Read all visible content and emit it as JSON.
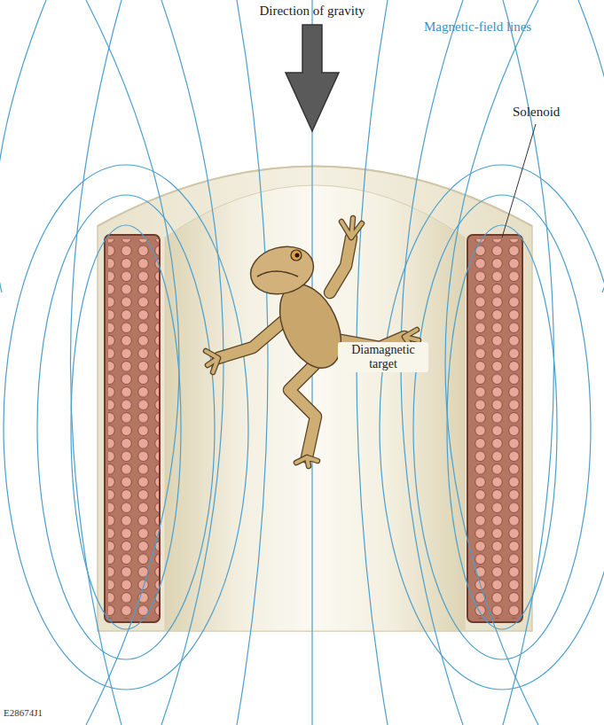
{
  "diagram": {
    "labels": [
      "Direction of gravity",
      "Magnetic-field lines",
      "Solenoid",
      "Diamagnetic target",
      "E28674J1"
    ]
  }
}
